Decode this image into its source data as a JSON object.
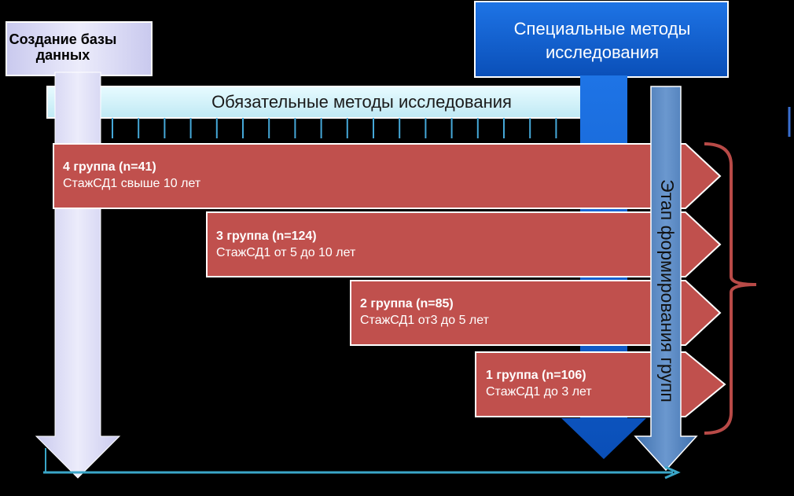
{
  "db_label": "Создание базы данных",
  "special_methods_label": "Специальные методы исследования",
  "mandatory_methods_label": "Обязательные методы исследования",
  "stage_label": "Этап формирования групп",
  "groups": [
    {
      "title": "4 группа (n=41)",
      "subtitle": "СтажСД1 свыше 10 лет"
    },
    {
      "title": "3 группа (n=124)",
      "subtitle": "СтажСД1 от 5 до 10 лет"
    },
    {
      "title": "2 группа (n=85)",
      "subtitle": "СтажСД1 от3 до 5 лет"
    },
    {
      "title": "1 группа (n=106)",
      "subtitle": "СтажСД1 до 3 лет"
    }
  ],
  "colors": {
    "group_fill": "#c0504d",
    "special_blue": "#0b5fd0",
    "stage_blue": "#4f81bd",
    "db_lavender": "#dcdcf7",
    "bar_cyan": "#d6f4fb",
    "timeline": "#3aa6c8",
    "bracket": "#b84a47"
  }
}
